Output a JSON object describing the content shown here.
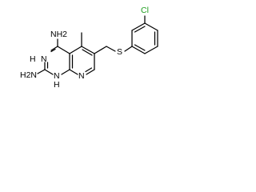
{
  "molecule": {
    "atoms": {
      "nh2_top": "NH2",
      "n3": "N",
      "h_n3": "H",
      "nh2_left": "H2N",
      "n1": "N",
      "h_n1": "H",
      "n8": "N",
      "s": "S",
      "cl": "Cl"
    },
    "colors": {
      "bond": "#000000",
      "text": "#000000",
      "chlorine": "#1f9e1f"
    }
  }
}
